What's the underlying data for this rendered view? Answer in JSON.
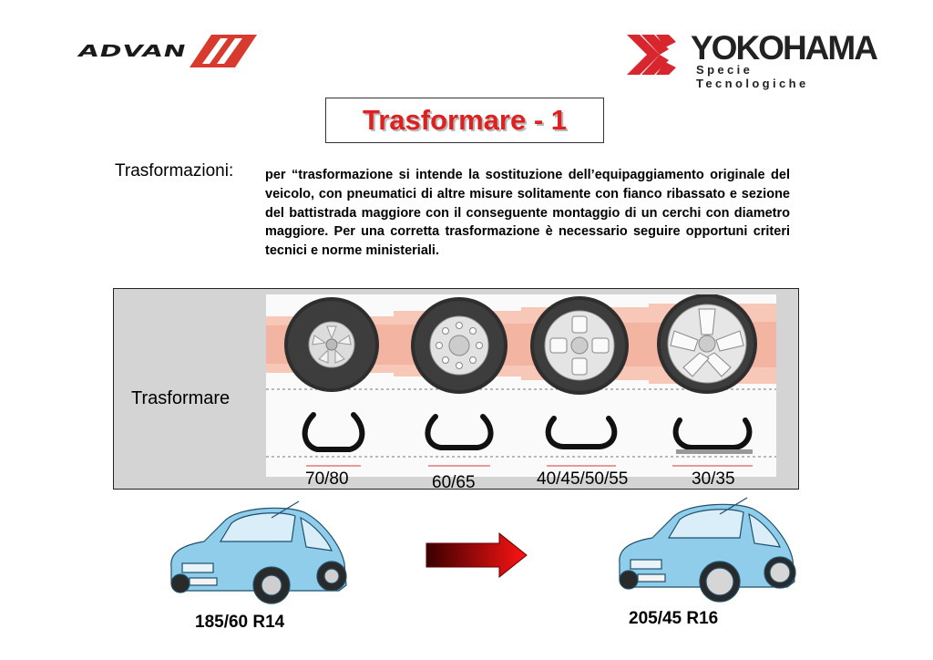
{
  "logos": {
    "advan": "ADVAN",
    "yokohama": "YOKOHAMA",
    "yokohama_tagline": "Specie Tecnologiche"
  },
  "title": "Trasformare - 1",
  "definition": {
    "term": "Trasformazioni",
    "separator": ":",
    "text": "per “trasformazione si intende la sostituzione dell’equipaggiamento originale del veicolo, con pneumatici di altre misure solitamente con fianco ribassato e sezione del battistrada maggiore con il conseguente montaggio di un cerchi con diametro maggiore. Per una corretta trasformazione è necessario seguire opportuni criteri tecnici e norme ministeriali."
  },
  "diagram": {
    "label": "Trasformare",
    "aspect_ratios": [
      "70/80",
      "60/65",
      "40/45/50/55",
      "30/35"
    ]
  },
  "cars": {
    "before_size": "185/60 R14",
    "after_size": "205/45 R16"
  },
  "colors": {
    "title": "#e02020",
    "band": "#f7c7b8",
    "car_body": "#8fcdeb",
    "arrow_start": "#3a0000",
    "arrow_end": "#ff1414"
  }
}
